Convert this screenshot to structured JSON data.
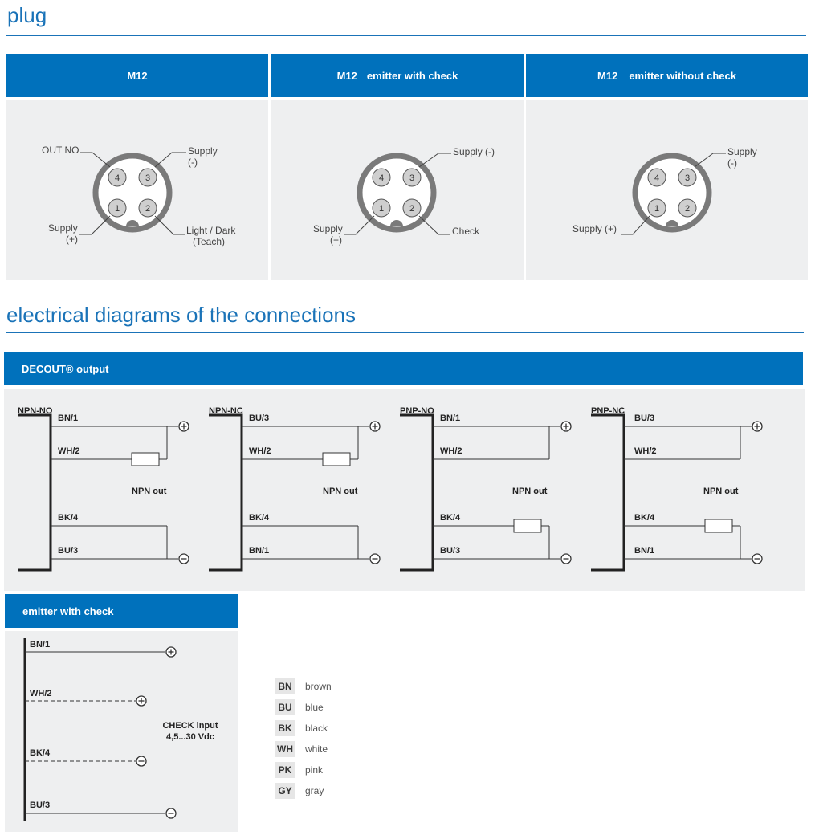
{
  "plug": {
    "title": "plug",
    "columns": [
      {
        "header_code": "M12",
        "header_text": "",
        "labels": {
          "out_no": "OUT NO",
          "supply_minus_1": "Supply",
          "supply_minus_2": "(-)",
          "supply_plus_1": "Supply",
          "supply_plus_2": "(+)",
          "light_dark_1": "Light / Dark",
          "light_dark_2": "(Teach)"
        }
      },
      {
        "header_code": "M12",
        "header_text": "emitter with check",
        "labels": {
          "supply_minus": "Supply (-)",
          "supply_plus_1": "Supply",
          "supply_plus_2": "(+)",
          "check": "Check"
        }
      },
      {
        "header_code": "M12",
        "header_text": "emitter without check",
        "labels": {
          "supply_minus_1": "Supply",
          "supply_minus_2": "(-)",
          "supply_plus": "Supply (+)"
        }
      }
    ],
    "pins": {
      "p1": "1",
      "p2": "2",
      "p3": "3",
      "p4": "4"
    }
  },
  "electrical": {
    "title": "electrical diagrams of the connections",
    "decout_header": "DECOUT® output",
    "diagrams": [
      {
        "type": "NPN-NO",
        "w1": "BN/1",
        "w2": "WH/2",
        "w3": "BK/4",
        "w4": "BU/3",
        "out": "NPN out"
      },
      {
        "type": "NPN-NC",
        "w1": "BU/3",
        "w2": "WH/2",
        "w3": "BK/4",
        "w4": "BN/1",
        "out": "NPN out"
      },
      {
        "type": "PNP-NO",
        "w1": "BN/1",
        "w2": "WH/2",
        "w3": "BK/4",
        "w4": "BU/3",
        "out": "NPN out"
      },
      {
        "type": "PNP-NC",
        "w1": "BU/3",
        "w2": "WH/2",
        "w3": "BK/4",
        "w4": "BN/1",
        "out": "NPN out"
      }
    ],
    "terminals": {
      "plus": "+",
      "minus": "-"
    },
    "emitter": {
      "header": "emitter with check",
      "w1": "BN/1",
      "w2": "WH/2",
      "w3": "BK/4",
      "w4": "BU/3",
      "check_1": "CHECK input",
      "check_2": "4,5...30 Vdc"
    }
  },
  "legend": [
    {
      "code": "BN",
      "name": "brown"
    },
    {
      "code": "BU",
      "name": "blue"
    },
    {
      "code": "BK",
      "name": "black"
    },
    {
      "code": "WH",
      "name": "white"
    },
    {
      "code": "PK",
      "name": "pink"
    },
    {
      "code": "GY",
      "name": "gray"
    }
  ],
  "colors": {
    "accent": "#0071bc",
    "heading": "#1a73b8",
    "panel": "#eeeff0"
  }
}
